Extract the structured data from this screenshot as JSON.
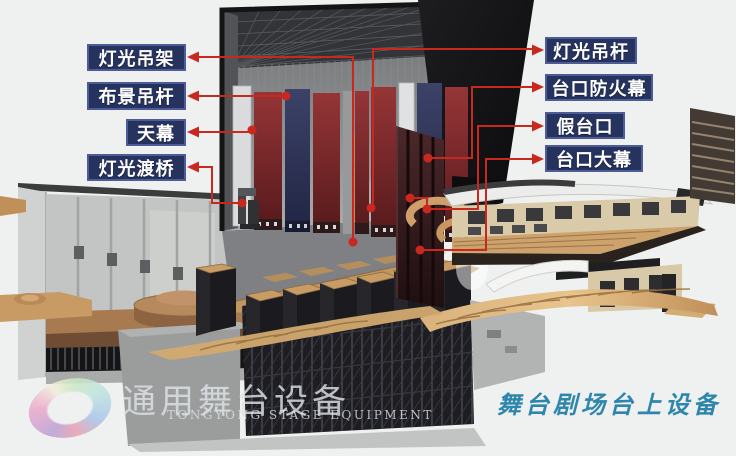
{
  "page": {
    "background": "#eff1f0"
  },
  "diagram": {
    "left_labels": [
      {
        "text": "灯光吊架"
      },
      {
        "text": "布景吊杆"
      },
      {
        "text": "天幕"
      },
      {
        "text": "灯光渡桥"
      }
    ],
    "right_labels": [
      {
        "text": "灯光吊杆"
      },
      {
        "text": "台口防火幕"
      },
      {
        "text": "假台口"
      },
      {
        "text": "台口大幕"
      }
    ]
  },
  "caption": {
    "text": "舞台剧场台上设备",
    "color": "#2e86ad"
  },
  "watermark": {
    "logo": "rainbow-swirl-logo",
    "text_cn": "通用舞台设备",
    "text_en": "TONGYONG STAGE EQUIPMENT"
  },
  "colors": {
    "label_background": "#26335f",
    "label_border": "#4d5c96",
    "label_text": "#ffffff",
    "connector_red": "#c9281e",
    "curtain_red": "#7c2426",
    "panel_navy": "#2c3157",
    "wood_tan": "#c79a64",
    "caption_blue": "#2e86ad"
  }
}
